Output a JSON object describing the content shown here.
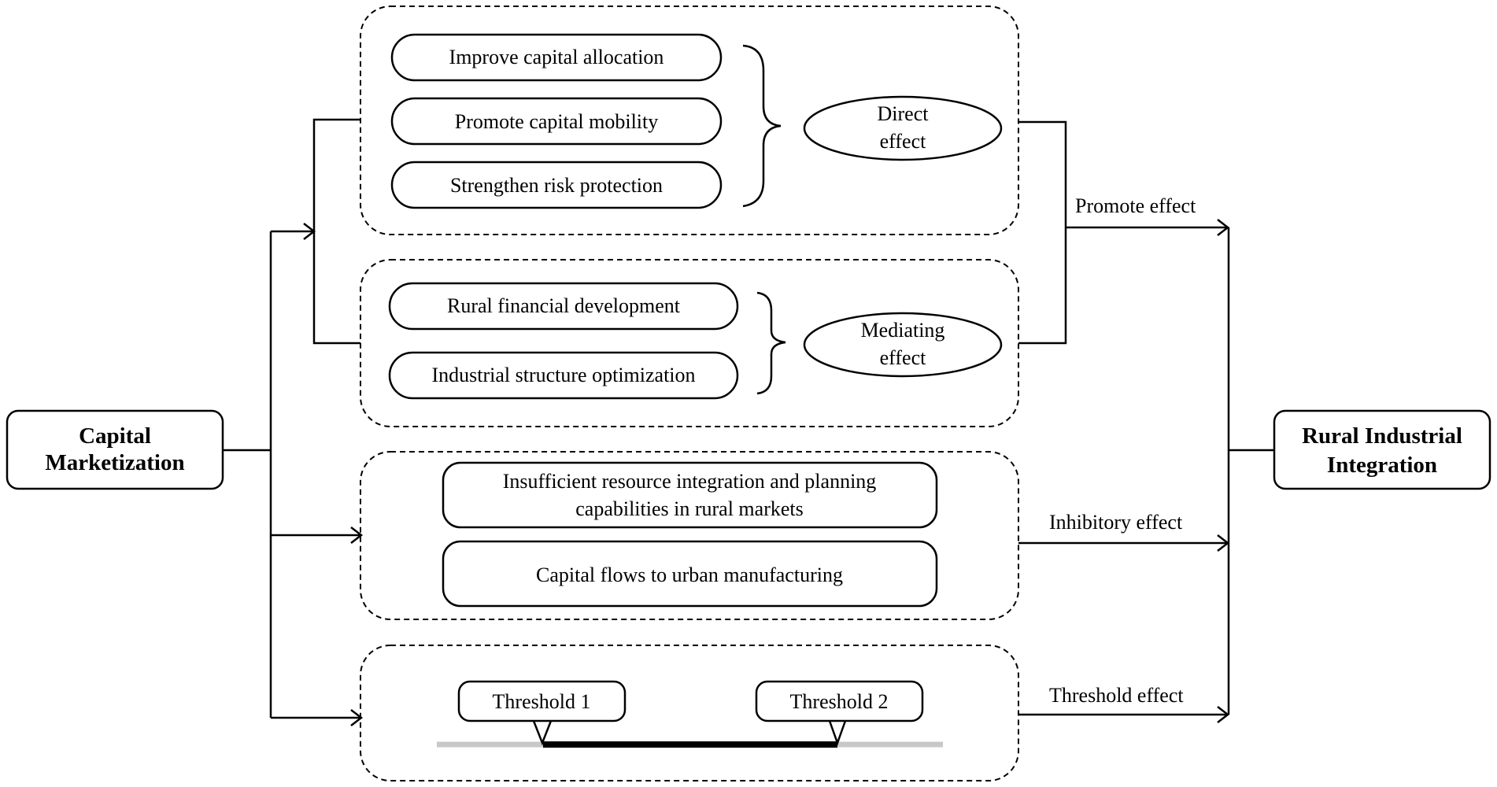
{
  "source_node": {
    "line1": "Capital",
    "line2": "Marketization"
  },
  "target_node": {
    "line1": "Rural Industrial",
    "line2": "Integration"
  },
  "direct_group": {
    "items": [
      "Improve capital allocation",
      "Promote capital mobility",
      "Strengthen risk protection"
    ],
    "effect": {
      "line1": "Direct",
      "line2": "effect"
    }
  },
  "mediating_group": {
    "items": [
      "Rural financial development",
      "Industrial structure optimization"
    ],
    "effect": {
      "line1": "Mediating",
      "line2": "effect"
    }
  },
  "inhibitory_group": {
    "item1": {
      "line1": "Insufficient resource integration and planning",
      "line2": "capabilities in rural markets"
    },
    "item2": "Capital flows to urban manufacturing"
  },
  "threshold_group": {
    "threshold1": "Threshold 1",
    "threshold2": "Threshold 2"
  },
  "effect_labels": {
    "promote": "Promote effect",
    "inhibitory": "Inhibitory effect",
    "threshold": "Threshold effect"
  }
}
